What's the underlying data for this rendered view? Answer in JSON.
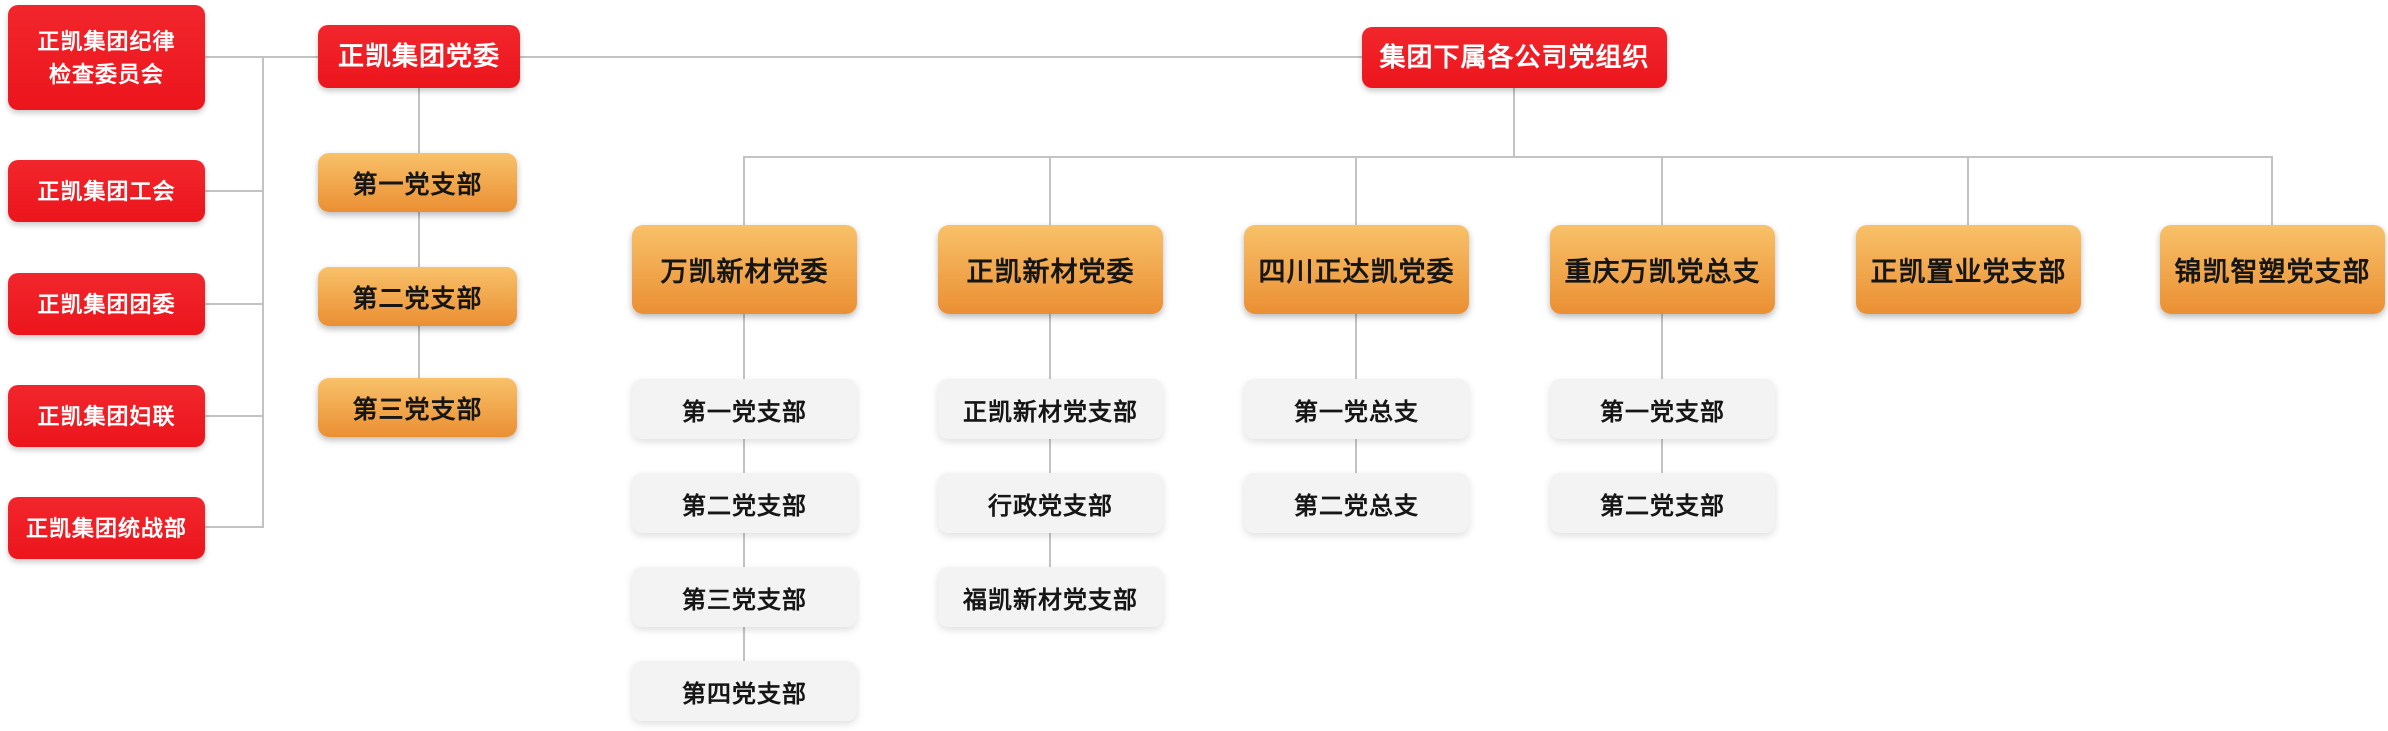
{
  "org": {
    "left_column": [
      {
        "lines": [
          "正凯集团纪律",
          "检查委员会"
        ]
      },
      {
        "label": "正凯集团工会"
      },
      {
        "label": "正凯集团团委"
      },
      {
        "label": "正凯集团妇联"
      },
      {
        "label": "正凯集团统战部"
      }
    ],
    "party_committee": {
      "label": "正凯集团党委",
      "branches": [
        "第一党支部",
        "第二党支部",
        "第三党支部"
      ]
    },
    "subsidiaries_header": {
      "label": "集团下属各公司党组织"
    },
    "companies": [
      {
        "label": "万凯新材党委",
        "children": [
          "第一党支部",
          "第二党支部",
          "第三党支部",
          "第四党支部"
        ]
      },
      {
        "label": "正凯新材党委",
        "children": [
          "正凯新材党支部",
          "行政党支部",
          "福凯新材党支部"
        ]
      },
      {
        "label": "四川正达凯党委",
        "children": [
          "第一党总支",
          "第二党总支"
        ]
      },
      {
        "label": "重庆万凯党总支",
        "children": [
          "第一党支部",
          "第二党支部"
        ]
      },
      {
        "label": "正凯置业党支部",
        "children": []
      },
      {
        "label": "锦凯智塑党支部",
        "children": []
      }
    ]
  },
  "colors": {
    "red": "#ec151c",
    "red_top": "#f1262c",
    "orange_light": "#f8c169",
    "orange_dark": "#eb8f33",
    "node_gray": "#f3f3f4",
    "line_gray": "#c3c3c3",
    "text_dark": "#161616",
    "text_white": "#ffffff"
  }
}
